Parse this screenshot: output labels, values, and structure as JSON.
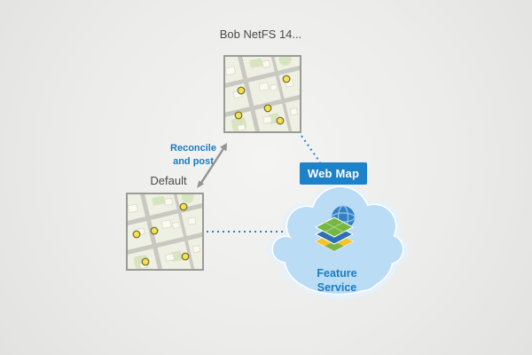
{
  "colors": {
    "background_center": "#f4f4f3",
    "background_edge": "#e2e2e1",
    "accent_blue": "#1a7cc1",
    "webmap_badge_bg": "#1e82c8",
    "webmap_badge_text": "#ffffff",
    "cloud_fill": "#badcf4",
    "cloud_halo": "#e6f1fa",
    "cloud_outline": "#ffffff",
    "arrow_gray": "#949494",
    "dotted_connector_blue": "#2b80c3",
    "map_border_gray": "#9a9a96",
    "map_point_yellow": "#f8e04b",
    "label_text_gray": "#4a4a4a"
  },
  "labels": {
    "version_map": "Bob NetFS 14...",
    "default_map": "Default",
    "reconcile_and_post": "Reconcile and post",
    "web_map": "Web Map",
    "feature_service": "Feature Service"
  },
  "icons": {
    "version_map_thumbnail": "street-map-with-yellow-point-features",
    "default_map_thumbnail": "street-map-with-yellow-point-features",
    "double_arrow": "two-way-reconcile-post-arrow",
    "dotted_connector_webmap": "dotted-link-version-to-webmap",
    "dotted_connector_cloud": "dotted-link-default-to-feature-service",
    "cloud": "cloud-shape",
    "feature_service_layers": "isometric-layer-stack-with-globe"
  }
}
